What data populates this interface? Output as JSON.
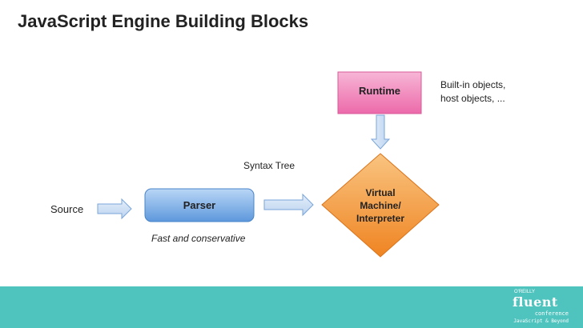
{
  "slide": {
    "title": "JavaScript Engine Building Blocks"
  },
  "diagram": {
    "source_label": "Source",
    "parser_label": "Parser",
    "parser_caption": "Fast and conservative",
    "syntax_tree_label": "Syntax Tree",
    "runtime_label": "Runtime",
    "runtime_note_line1": "Built-in objects,",
    "runtime_note_line2": "host objects, ...",
    "vm_line1": "Virtual",
    "vm_line2": "Machine/",
    "vm_line3": "Interpreter"
  },
  "footer": {
    "logo_publisher": "O'REILLY",
    "logo_name": "fluent",
    "logo_word": "conference",
    "logo_tagline": "JavaScript & Beyond"
  },
  "colors": {
    "parser_box": "#6fa8e6",
    "runtime_box": "#f07bb6",
    "vm_diamond": "#f2922d",
    "arrow_fill": "#cfe0f5",
    "arrow_stroke": "#7aa6d8",
    "footer": "#4fc3be"
  }
}
